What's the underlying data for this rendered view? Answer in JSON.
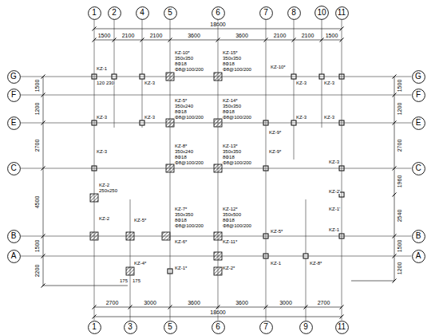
{
  "diagram": {
    "nodes": [
      {
        "text": [
          "1"
        ]
      },
      {
        "text": [
          "2"
        ]
      },
      {
        "text": [
          "4"
        ]
      },
      {
        "text": [
          "5"
        ]
      },
      {
        "text": [
          "6"
        ]
      },
      {
        "text": [
          "7"
        ]
      },
      {
        "text": [
          "8"
        ]
      },
      {
        "text": [
          "10"
        ]
      },
      {
        "text": [
          "11"
        ]
      },
      {
        "text": [
          "G"
        ]
      },
      {
        "text": [
          "F"
        ]
      },
      {
        "text": [
          "E"
        ]
      },
      {
        "text": [
          "C"
        ]
      },
      {
        "text": [
          "B"
        ]
      },
      {
        "text": [
          "A"
        ]
      },
      {
        "text": [
          "G"
        ]
      },
      {
        "text": [
          "F"
        ]
      },
      {
        "text": [
          "E"
        ]
      },
      {
        "text": [
          "C"
        ]
      },
      {
        "text": [
          "B"
        ]
      },
      {
        "text": [
          "A"
        ]
      },
      {
        "text": [
          "1"
        ]
      },
      {
        "text": [
          "3"
        ]
      },
      {
        "text": [
          "5"
        ]
      },
      {
        "text": [
          "6"
        ]
      },
      {
        "text": [
          "7"
        ]
      },
      {
        "text": [
          "9"
        ]
      },
      {
        "text": [
          "11"
        ]
      }
    ],
    "edges": [
      {
        "from": 0,
        "to": 21,
        "arrow": "none"
      },
      {
        "from": 3,
        "to": 23,
        "arrow": "none"
      },
      {
        "from": 4,
        "to": 24,
        "arrow": "none"
      },
      {
        "from": 5,
        "to": 25,
        "arrow": "none"
      },
      {
        "from": 8,
        "to": 27,
        "arrow": "none"
      },
      {
        "from": 9,
        "to": 15,
        "arrow": "none"
      },
      {
        "from": 10,
        "to": 16,
        "arrow": "none"
      },
      {
        "from": 11,
        "to": 17,
        "arrow": "none"
      },
      {
        "from": 12,
        "to": 18,
        "arrow": "none"
      },
      {
        "from": 13,
        "to": 19,
        "arrow": "none"
      },
      {
        "from": 14,
        "to": 20,
        "arrow": "none"
      }
    ],
    "labels": [
      "18600",
      "1500",
      "2100",
      "2100",
      "3600",
      "3600",
      "2100",
      "2100",
      "1500",
      "18600",
      "2700",
      "3000",
      "3600",
      "3600",
      "3000",
      "2700",
      "1500",
      "1200",
      "2700",
      "4500",
      "1500",
      "2200",
      "1500",
      "1200",
      "2700",
      "1960",
      "2540",
      "1500",
      "1200",
      "KZ-1",
      "KZ-3",
      "KZ-10*",
      "350x350",
      "8Φ18",
      "Φ8@100/200",
      "KZ-15*",
      "350x350",
      "8Φ18",
      "Φ8@100/200",
      "KZ-10*",
      "KZ-3",
      "KZ-3",
      "KZ-3",
      "KZ-3",
      "KZ-5*",
      "350x240",
      "8Φ18",
      "Φ8@100/200",
      "KZ-14*",
      "350x350",
      "8Φ18",
      "Φ8@100/200",
      "KZ-9*",
      "KZ-3",
      "KZ-3",
      "KZ-3",
      "KZ-8*",
      "350x240",
      "8Φ18",
      "Φ8@100/200",
      "KZ-13*",
      "350x350",
      "8Φ18",
      "Φ8@100/200",
      "KZ-9*",
      "KZ-3",
      "KZ-2'",
      "KZ-1'",
      "KZ-2",
      "250x250",
      "KZ-2",
      "KZ-5*",
      "KZ-7*",
      "350x350",
      "8Φ18",
      "Φ8@100/200",
      "KZ-12*",
      "350x500",
      "8Φ18",
      "Φ8@100/200",
      "KZ-6*",
      "KZ-11*",
      "KZ-5*",
      "KZ-1",
      "KZ-4*",
      "KZ-1*",
      "KZ-2*",
      "KZ-1",
      "KZ-8*",
      "120",
      "230",
      "175",
      "175"
    ]
  }
}
